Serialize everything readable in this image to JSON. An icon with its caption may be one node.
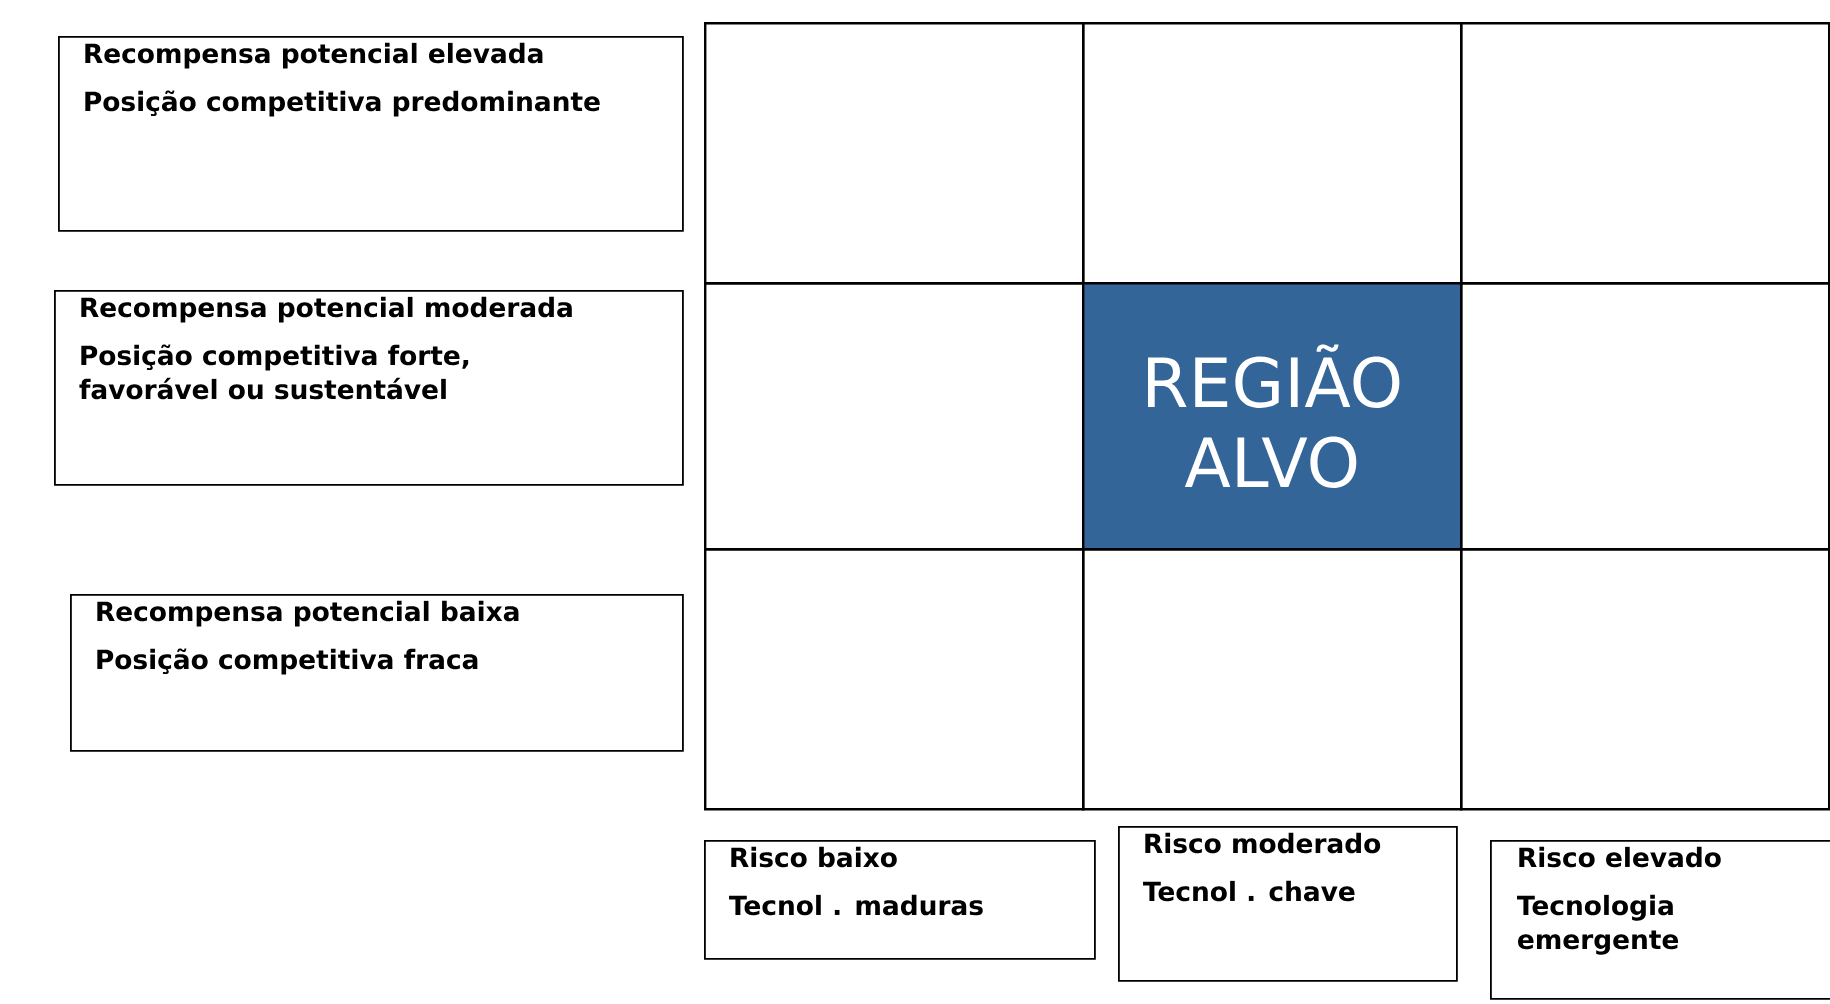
{
  "diagram": {
    "nodes": [
      {
        "text": [
          "Recompensa potencial elevada",
          "Posição competitiva predominante"
        ]
      },
      {
        "text": [
          "Recompensa potencial moderada",
          "Posição competitiva forte, favorável ou sustentável"
        ]
      },
      {
        "text": [
          "Recompensa potencial baixa",
          "Posição competitiva fraca"
        ]
      },
      {
        "text": [],
        "shape": "box"
      },
      {
        "text": [],
        "shape": "box"
      },
      {
        "text": [],
        "shape": "box"
      },
      {
        "text": [],
        "shape": "box"
      },
      {
        "text": [
          "REGIÃO ALVO"
        ]
      },
      {
        "text": [],
        "shape": "box"
      },
      {
        "text": [],
        "shape": "box"
      },
      {
        "text": [],
        "shape": "box"
      },
      {
        "text": [],
        "shape": "box"
      },
      {
        "text": [
          "Risco baixo",
          "Tecnol . maduras"
        ]
      },
      {
        "text": [
          "Risco moderado",
          "Tecnol . chave"
        ]
      },
      {
        "text": [
          "Risco elevado",
          "Tecnologia emergente"
        ]
      }
    ]
  }
}
